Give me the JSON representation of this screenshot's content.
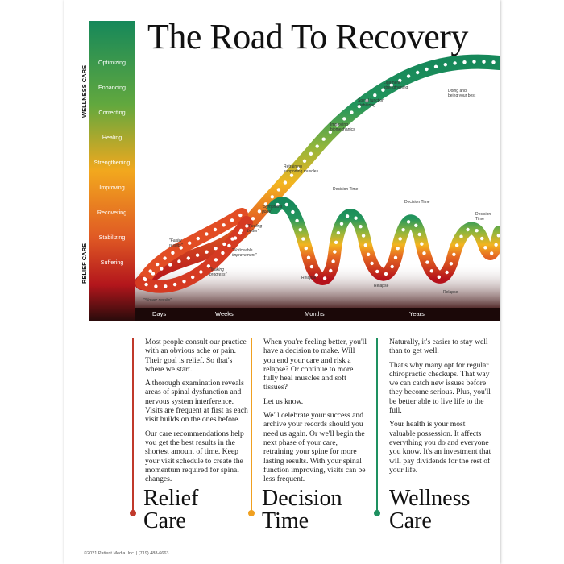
{
  "title": "The Road To Recovery",
  "side_labels": {
    "wellness": "WELLNESS CARE",
    "relief": "RELIEF CARE"
  },
  "stages": [
    "Optimizing",
    "Enhancing",
    "Correcting",
    "Healing",
    "Strengthening",
    "Improving",
    "Recovering",
    "Stabilizing",
    "Suffering"
  ],
  "timeline": [
    "Days",
    "Weeks",
    "Months",
    "Years"
  ],
  "annotations": {
    "slower_results": "\"Slower results\"",
    "faster_results": "\"Faster results\"",
    "making_progress": "\"Making progress\"",
    "noticeable_improvement": "\"Noticeable improvement\"",
    "feeling_better": "\"Feeling better\"",
    "symptoms_gone": "\"Symptoms gone\"",
    "retraining": "Retraining supporting muscles",
    "improving_biomechanics": "Improving biomechanics",
    "spinal_stabilizing": "Spinal function stabilizing",
    "ligament": "Ligament strengthening",
    "doing_living": "Doing and being your best",
    "decision_time": "Decision Time",
    "relapse": "Relapse"
  },
  "columns": [
    {
      "accent": "#c0392b",
      "paragraphs": [
        "Most people consult our practice with an obvious ache or pain. Their goal is relief. So that's where we start.",
        "A thorough examination reveals areas of spinal dysfunction and nervous system interference. Visits are frequent at first as each visit builds on the ones before.",
        "Our care recommendations help you get the best results in the shortest amount of time. Keep your visit schedule to create the momentum required for spinal changes."
      ],
      "heading_line1": "Relief",
      "heading_line2": "Care"
    },
    {
      "accent": "#f0a020",
      "paragraphs": [
        "When you're feeling better, you'll have a decision to make. Will you end your care and risk a relapse? Or continue to more fully heal muscles and soft tissues?",
        "Let us know.",
        "We'll celebrate your success and archive your records should you need us again. Or we'll begin the next phase of your care, retraining your spine for more lasting results. With your spinal function improving, visits can be less frequent."
      ],
      "heading_line1": "Decision",
      "heading_line2": "Time"
    },
    {
      "accent": "#1e9060",
      "paragraphs": [
        "Naturally, it's easier to stay well than to get well.",
        "That's why many opt for regular chiropractic checkups. That way we can catch new issues before they become serious. Plus, you'll be better able to live life to the full.",
        "Your health is your most valuable possession. It affects everything you do and everyone you know. It's an investment that will pay dividends for the rest of your life."
      ],
      "heading_line1": "Wellness",
      "heading_line2": "Care"
    }
  ],
  "footer": "©2021 Patient Media, Inc.  |  (719) 488-6663"
}
